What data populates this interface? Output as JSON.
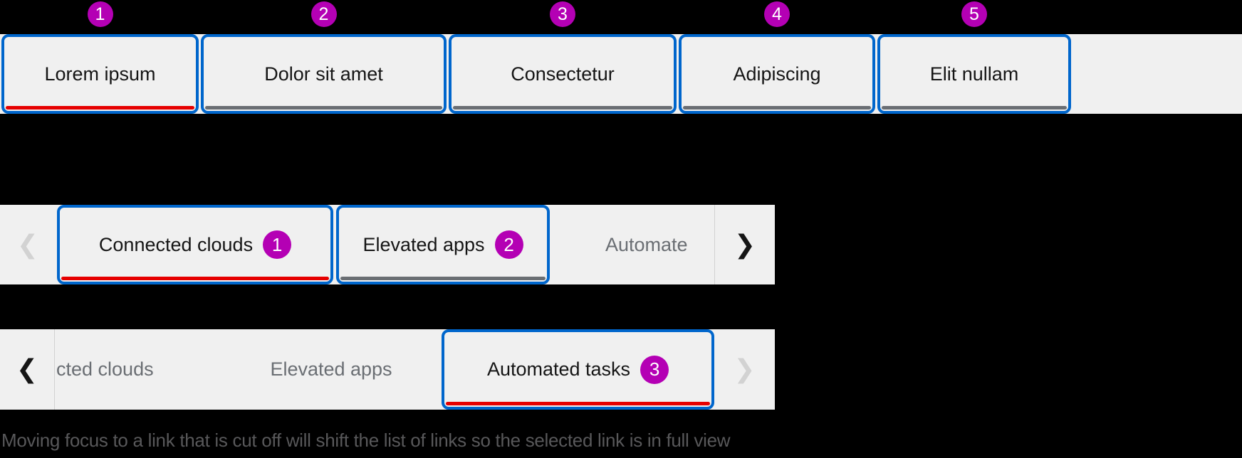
{
  "icons": {
    "chevron_left": "❮",
    "chevron_right": "❯"
  },
  "colors": {
    "page_background": "#000000",
    "tab_background": "#f0f0f0",
    "focus_ring_blue": "#0066cc",
    "selected_underline_red": "#e60000",
    "inactive_underline_gray": "#6a6e73",
    "annotation_badge_magenta": "#b400b4",
    "text_dark": "#151515",
    "text_muted": "#6a6e73",
    "disabled_chevron": "#d2d2d2",
    "caption_text": "#58585a"
  },
  "main_tabs": {
    "items": [
      {
        "label": "Lorem ipsum",
        "badge": "1",
        "selected": true
      },
      {
        "label": "Dolor sit amet",
        "badge": "2",
        "selected": false
      },
      {
        "label": "Consectetur",
        "badge": "3",
        "selected": false
      },
      {
        "label": "Adipiscing",
        "badge": "4",
        "selected": false
      },
      {
        "label": "Elit nullam",
        "badge": "5",
        "selected": false
      }
    ]
  },
  "scroll_tabs_initial": {
    "left_scroll_disabled": true,
    "right_scroll_disabled": false,
    "tabs": [
      {
        "label": "Connected clouds",
        "badge": "1",
        "selected": true,
        "focused": true
      },
      {
        "label": "Elevated apps",
        "badge": "2",
        "selected": false,
        "focused": true
      },
      {
        "label": "Automate",
        "truncated": true
      }
    ]
  },
  "scroll_tabs_shifted": {
    "left_scroll_disabled": false,
    "right_scroll_disabled": true,
    "tabs": [
      {
        "label": "cted clouds",
        "truncated": true
      },
      {
        "label": "Elevated apps"
      },
      {
        "label": "Automated tasks",
        "badge": "3",
        "selected": true,
        "focused": true
      }
    ]
  },
  "caption": "Moving focus to a link that is cut off will shift the list of links so the selected link is in full view"
}
